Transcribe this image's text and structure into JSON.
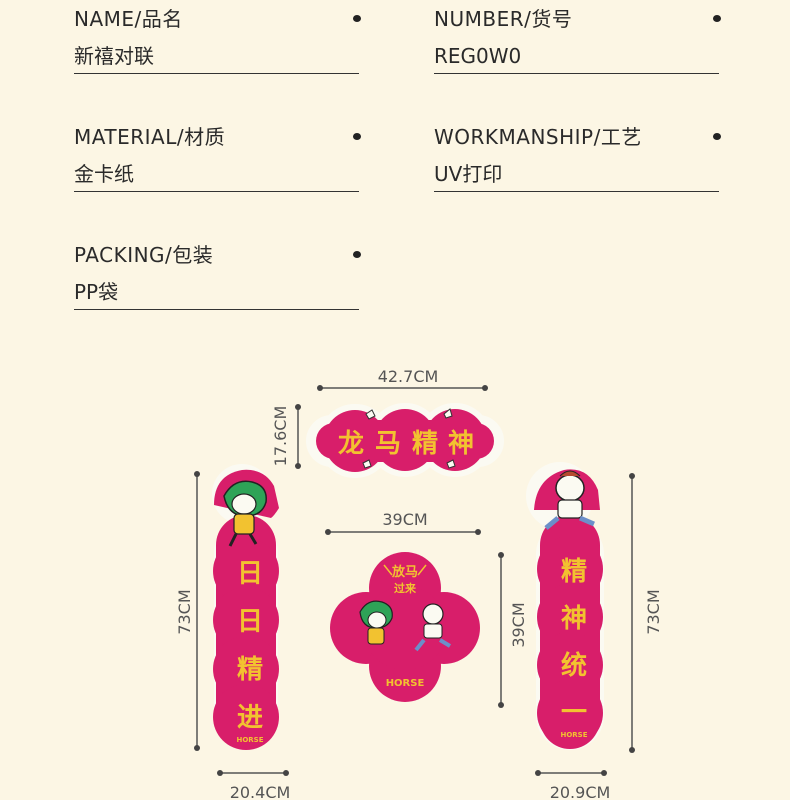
{
  "specs": [
    {
      "key": "NAME/品名",
      "value": "新禧对联"
    },
    {
      "key": "NUMBER/货号",
      "value": "REG0W0"
    },
    {
      "key": "MATERIAL/材质",
      "value": "金卡纸"
    },
    {
      "key": "WORKMANSHIP/工艺",
      "value": "UV打印"
    },
    {
      "key": "PACKING/包装",
      "value": "PP袋"
    }
  ],
  "dimensions": {
    "top_width": "42.7CM",
    "top_height": "17.6CM",
    "center_width": "39CM",
    "center_height": "39CM",
    "left_height": "73CM",
    "left_width": "20.4CM",
    "right_height": "73CM",
    "right_width": "20.9CM"
  },
  "couplets": {
    "horizontal": [
      "龙",
      "马",
      "精",
      "神"
    ],
    "left": [
      "日",
      "日",
      "精",
      "进"
    ],
    "right": [
      "精",
      "神",
      "统",
      "一"
    ],
    "center_top": [
      "放马",
      "过来"
    ],
    "horse_text": "HORSE"
  },
  "colors": {
    "background": "#fcf6e4",
    "magenta": "#d81e6a",
    "gold": "#f2c230",
    "ink": "#2a2a2a"
  }
}
